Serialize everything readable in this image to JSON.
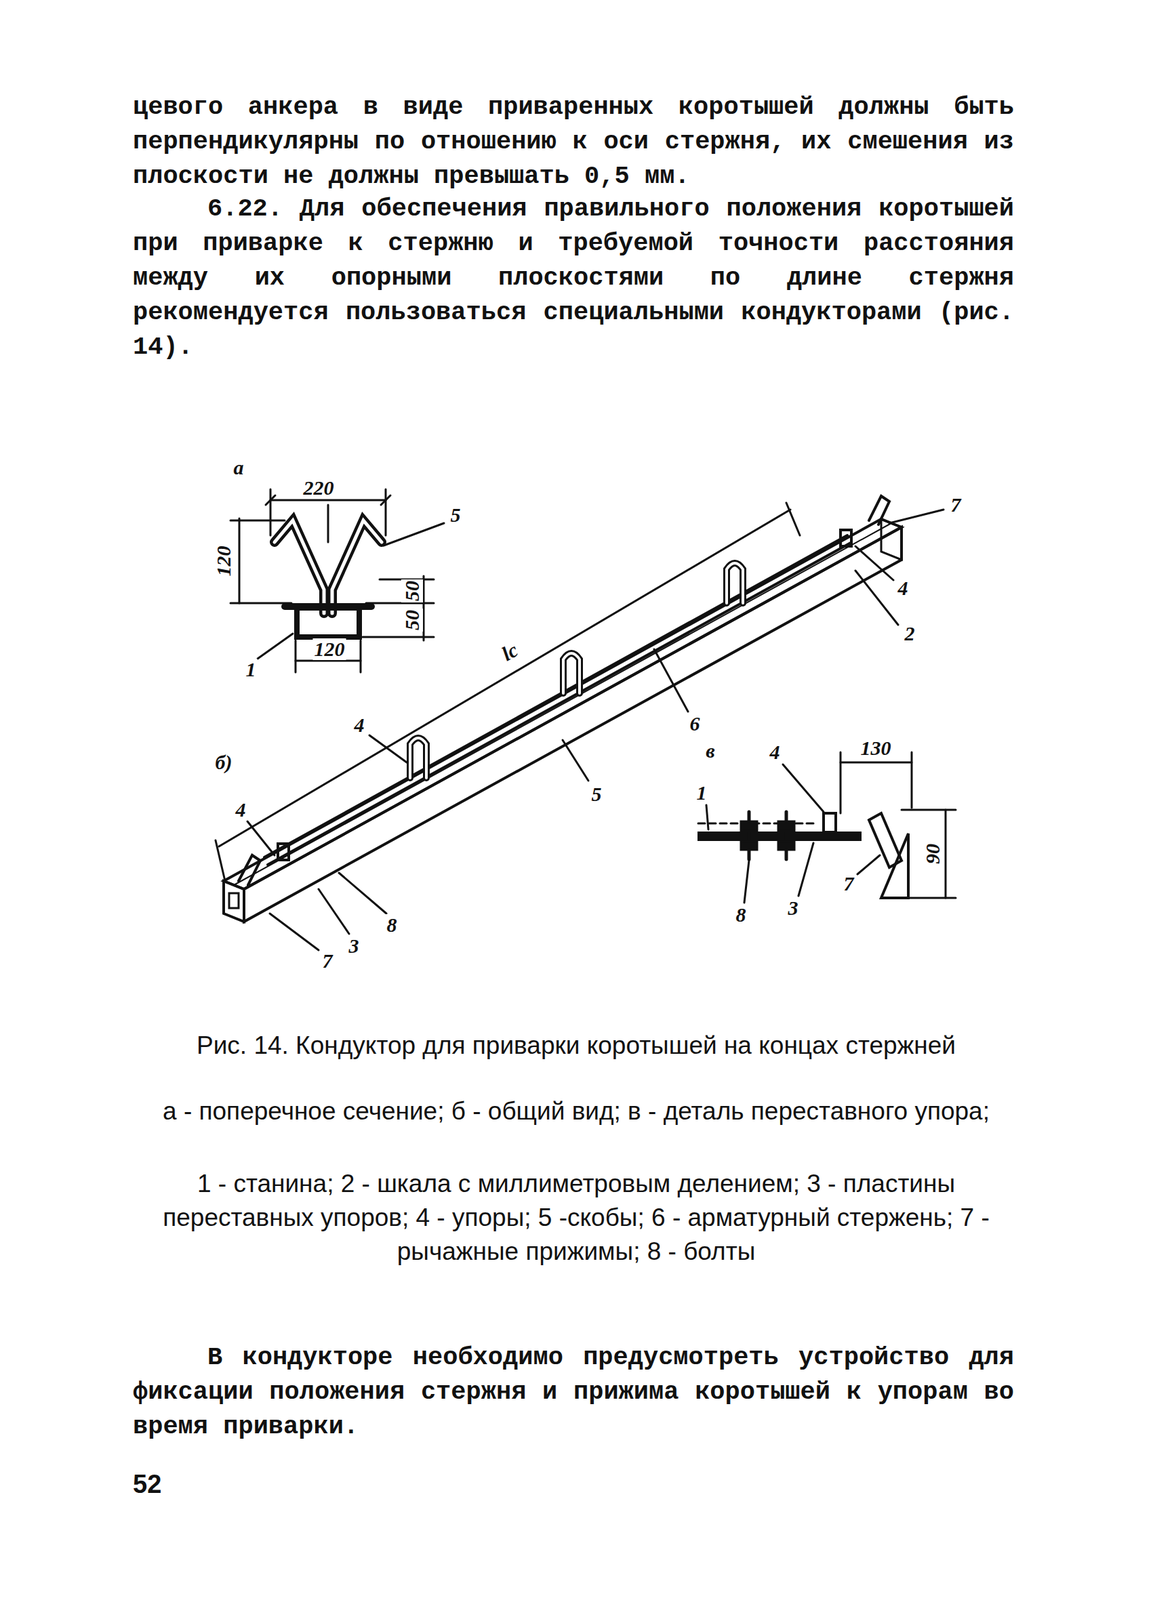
{
  "diagram": {
    "caption": "Рис. 14. Кондуктор для приварки коротышей на концах стержней",
    "labels": [
      "цевого анкера в виде приваренных коротышей должны быть перпендикулярны по отношению к оси стержня, их смешения из плоскости не должны превышать 0,5 мм.",
      "6.22. Для обеспечения правильного положения коротышей при приварке к стержню и требуемой точности расстояния между их опорными плоскостями по длине стержня рекомендуется пользоваться специальными кондукторами (рис. 14).",
      "а",
      "220",
      "5",
      "120",
      "50",
      "50",
      "1",
      "120",
      "б)",
      "lс",
      "7",
      "4",
      "2",
      "6",
      "5",
      "4",
      "4",
      "7",
      "3",
      "8",
      "в",
      "4",
      "130",
      "1",
      "90",
      "8",
      "3",
      "7",
      "а - поперечное сечение; б - общий вид; в - деталь переставного упора;",
      "1 - станина; 2 - шкала с миллиметровым делением; 3 - пластины переставных упоров; 4 - упоры; 5 -скобы; 6 - арматурный стержень; 7 - рычажные прижимы; 8 - болты",
      "В кондукторе необходимо предусмотреть устройство для фиксации положения стержня и прижима коротышей к упорам во время приварки.",
      "52"
    ]
  }
}
